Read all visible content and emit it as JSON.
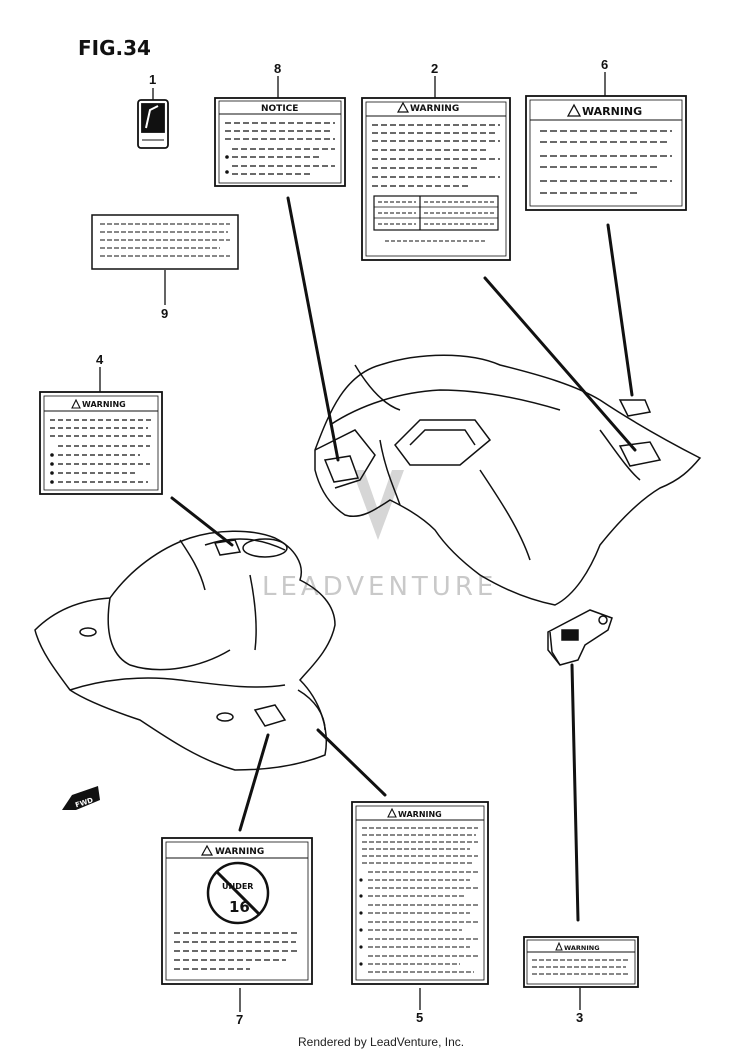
{
  "figure_title": "FIG.34",
  "credit": "Rendered by LeadVenture, Inc.",
  "watermark": "LEADVENTURE",
  "callouts": {
    "p1": "1",
    "p2": "2",
    "p3": "3",
    "p4": "4",
    "p5": "5",
    "p6": "6",
    "p7": "7",
    "p8": "8",
    "p9": "9"
  },
  "labels": {
    "notice": "NOTICE",
    "warning": "WARNING",
    "fwd": "FWD",
    "age_under": "UNDER",
    "age_number": "16"
  },
  "colors": {
    "ink": "#111111",
    "watermark": "#c9c9c9"
  }
}
